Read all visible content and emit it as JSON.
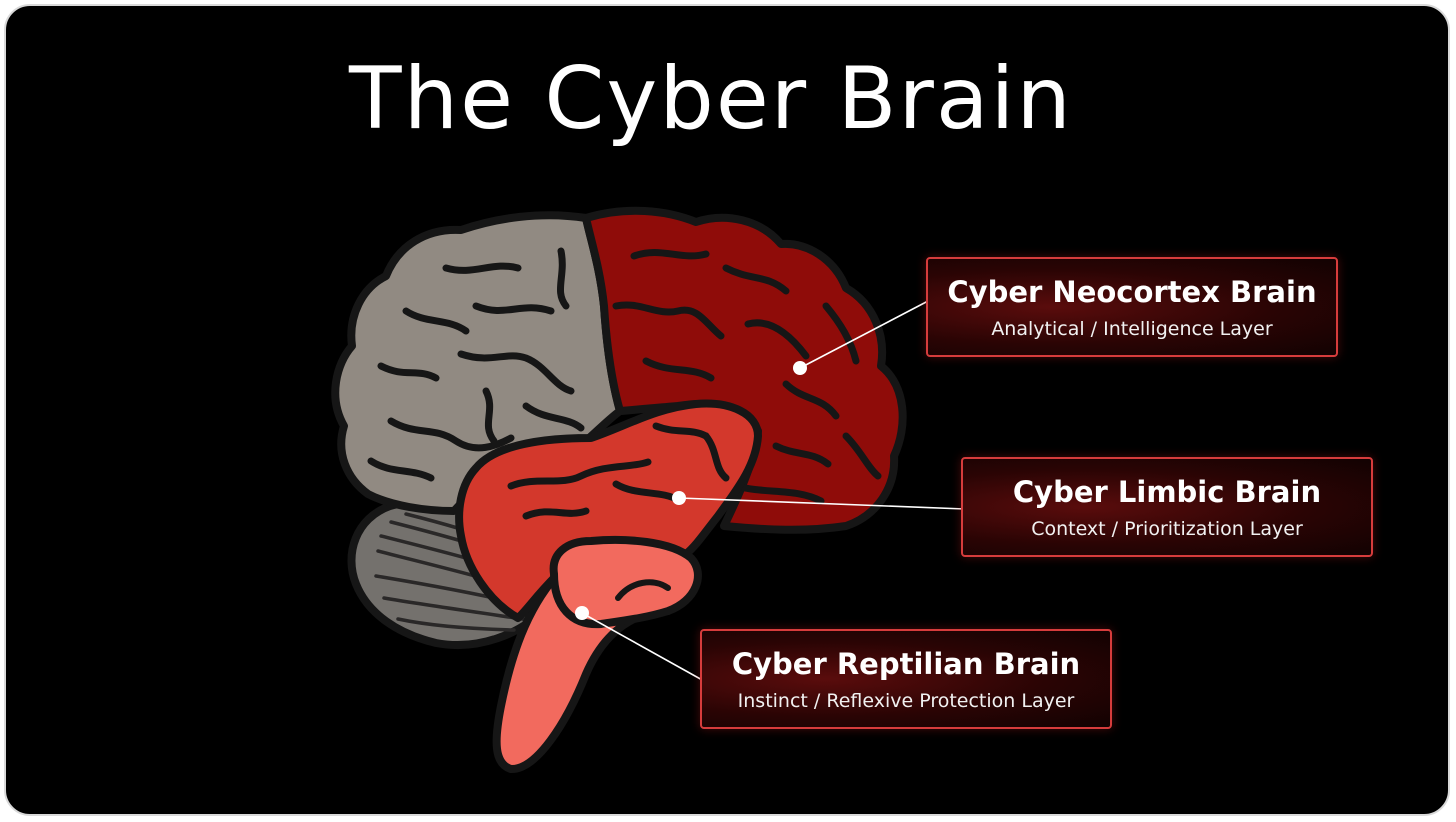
{
  "title": "The Cyber Brain",
  "layers": [
    {
      "name": "Cyber Neocortex Brain",
      "subtitle": "Analytical / Intelligence Layer"
    },
    {
      "name": "Cyber Limbic Brain",
      "subtitle": "Context / Prioritization Layer"
    },
    {
      "name": "Cyber Reptilian Brain",
      "subtitle": "Instinct / Reflexive Protection Layer"
    }
  ],
  "colors": {
    "background": "#000000",
    "neocortex_front": "#918a82",
    "neocortex_back": "#8f0c09",
    "limbic": "#d3382c",
    "reptilian": "#f26a5e",
    "cerebellum": "#74716d",
    "label_border": "#d63c3c"
  }
}
